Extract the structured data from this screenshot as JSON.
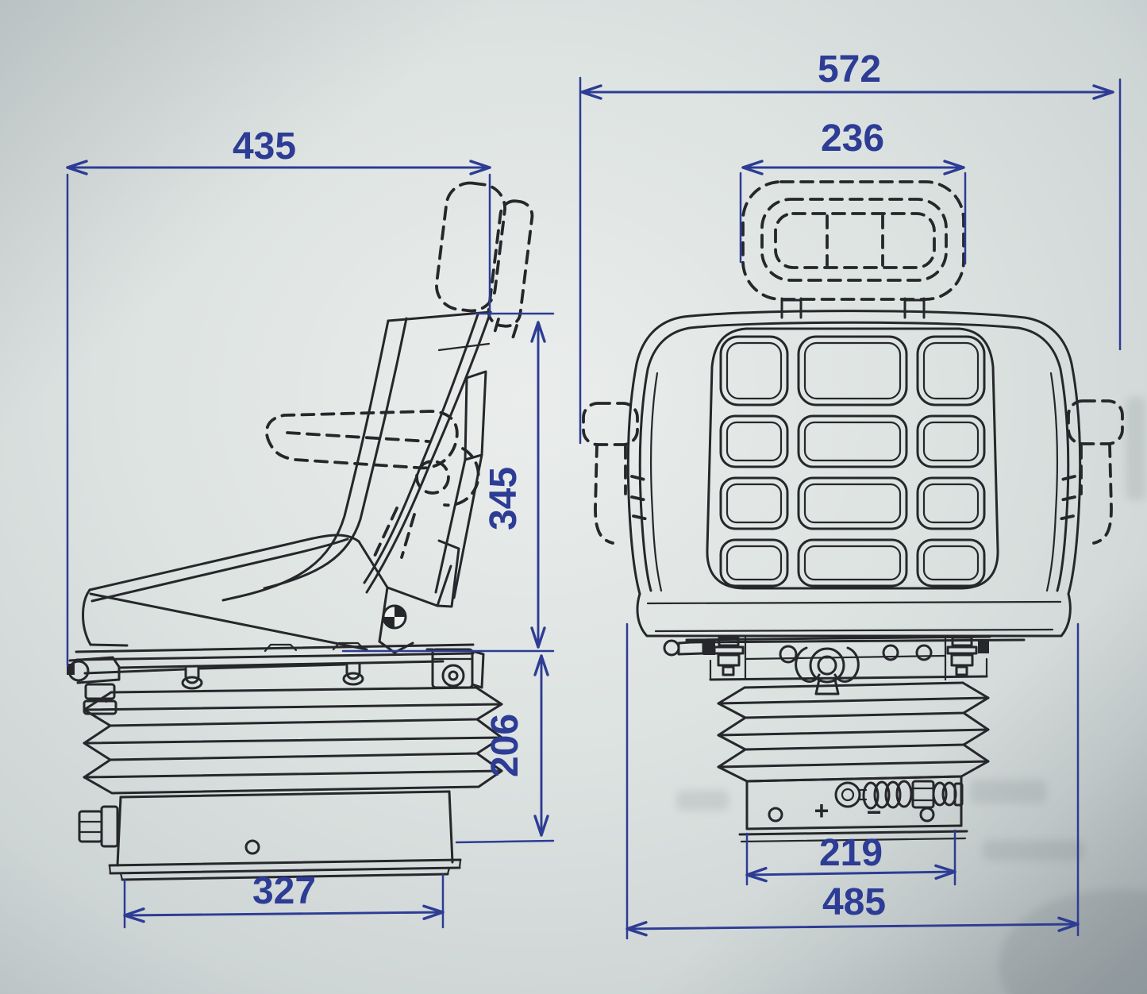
{
  "drawing": {
    "dims": {
      "side_depth": "435",
      "side_back_height": "345",
      "side_susp_height": "206",
      "side_base_depth": "327",
      "front_overall": "572",
      "front_headrest": "236",
      "front_plate": "219",
      "front_base": "485"
    },
    "symbols": {
      "plus": "+",
      "minus": "−"
    },
    "colors": {
      "paper": "#dde3e1",
      "ink": "#26272b",
      "dimension_blue": "#2d3c94"
    }
  }
}
